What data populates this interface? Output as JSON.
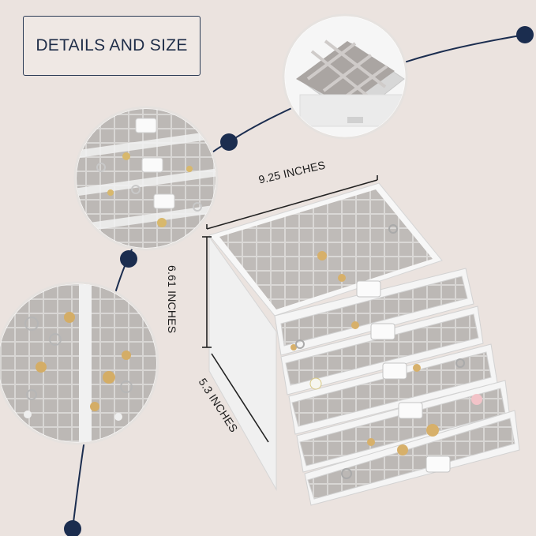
{
  "title": "DETAILS AND SIZE",
  "dimensions": {
    "width": "9.25 INCHES",
    "height": "6.61 INCHES",
    "depth": "5.3 INCHES"
  },
  "colors": {
    "background": "#ebe3df",
    "accent_navy": "#1b2d4f",
    "velvet_grey": "#b9b6b3",
    "acrylic": "#f4f4f4"
  },
  "icons": [
    "connector-dot",
    "connector-curve",
    "jewelry-box-illustration",
    "detail-circle"
  ]
}
